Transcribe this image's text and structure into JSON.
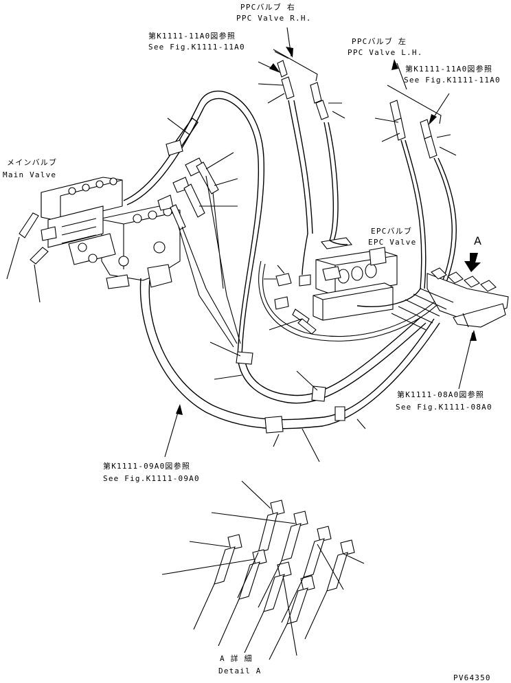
{
  "labels": {
    "ppc_rh_jp": "PPCバルブ 右",
    "ppc_rh_en": "PPC Valve R.H.",
    "ppc_lh_jp": "PPCバルブ 左",
    "ppc_lh_en": "PPC Valve L.H.",
    "ref_11a0_left_jp": "第K1111-11A0図参照",
    "ref_11a0_left_en": "See Fig.K1111-11A0",
    "ref_11a0_right_jp": "第K1111-11A0図参照",
    "ref_11a0_right_en": "See Fig.K1111-11A0",
    "main_valve_jp": "メインバルブ",
    "main_valve_en": "Main Valve",
    "epc_valve_jp": "EPCバルブ",
    "epc_valve_en": "EPC Valve",
    "view_a": "A",
    "ref_08a0_jp": "第K1111-08A0図参照",
    "ref_08a0_en": "See Fig.K1111-08A0",
    "ref_09a0_jp": "第K1111-09A0図参照",
    "ref_09a0_en": "See Fig.K1111-09A0",
    "detail_jp": "A 詳 細",
    "detail_en": "Detail A",
    "drawing_no": "PV64350"
  }
}
